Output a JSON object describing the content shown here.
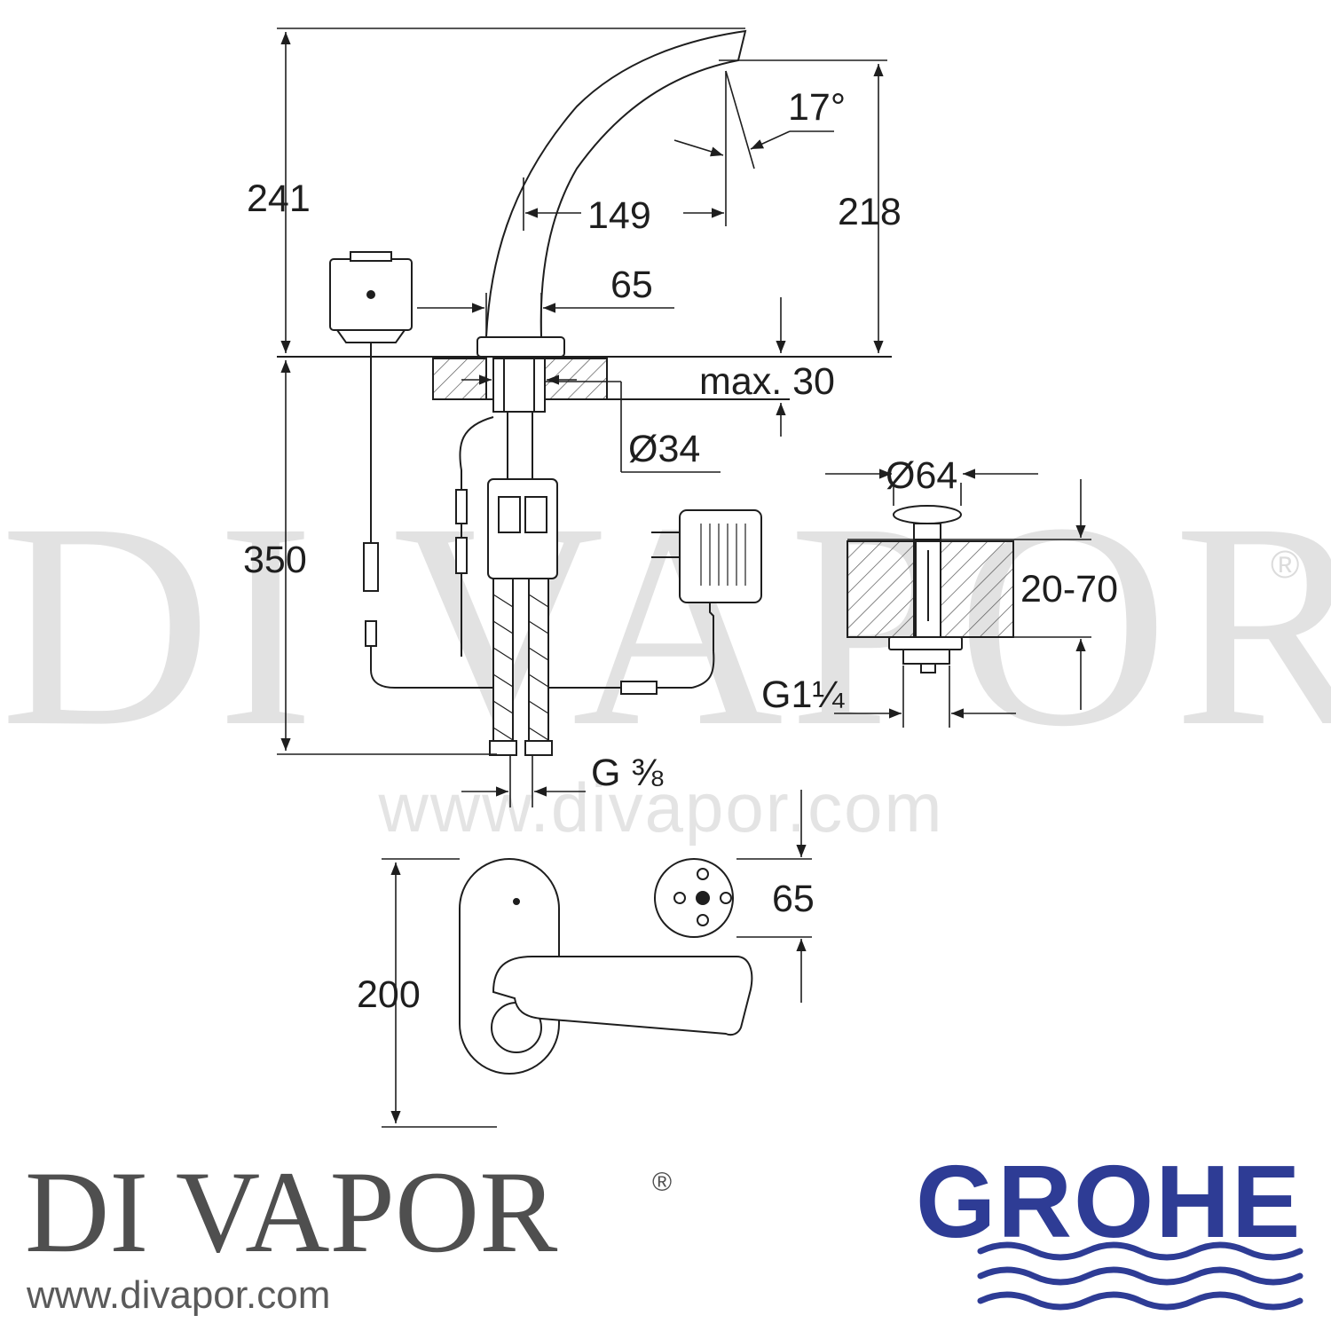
{
  "watermark": {
    "text": "DI VAPOR",
    "registered": "®",
    "url": "www.divapor.com"
  },
  "dimensions": {
    "total_height": "241",
    "spout_reach": "149",
    "spout_angle": "17°",
    "spout_outlet_height": "218",
    "base_diameter": "65",
    "deck_thickness": "max. 30",
    "hole_diameter": "Ø34",
    "below_deck_length": "350",
    "waste_cap_diameter": "Ø64",
    "waste_deck_range": "20-70",
    "waste_thread": "G1¼",
    "supply_thread": "G ⅜",
    "plan_sensor_diameter": "65",
    "plan_length": "200"
  },
  "brand": {
    "name": "DI VAPOR",
    "registered": "®",
    "url": "www.divapor.com"
  },
  "manufacturer": {
    "name": "GROHE",
    "color": "#2e3c95"
  },
  "colors": {
    "line": "#1e1e1e",
    "hatch": "#555555",
    "watermark": "#e2e2e2"
  }
}
